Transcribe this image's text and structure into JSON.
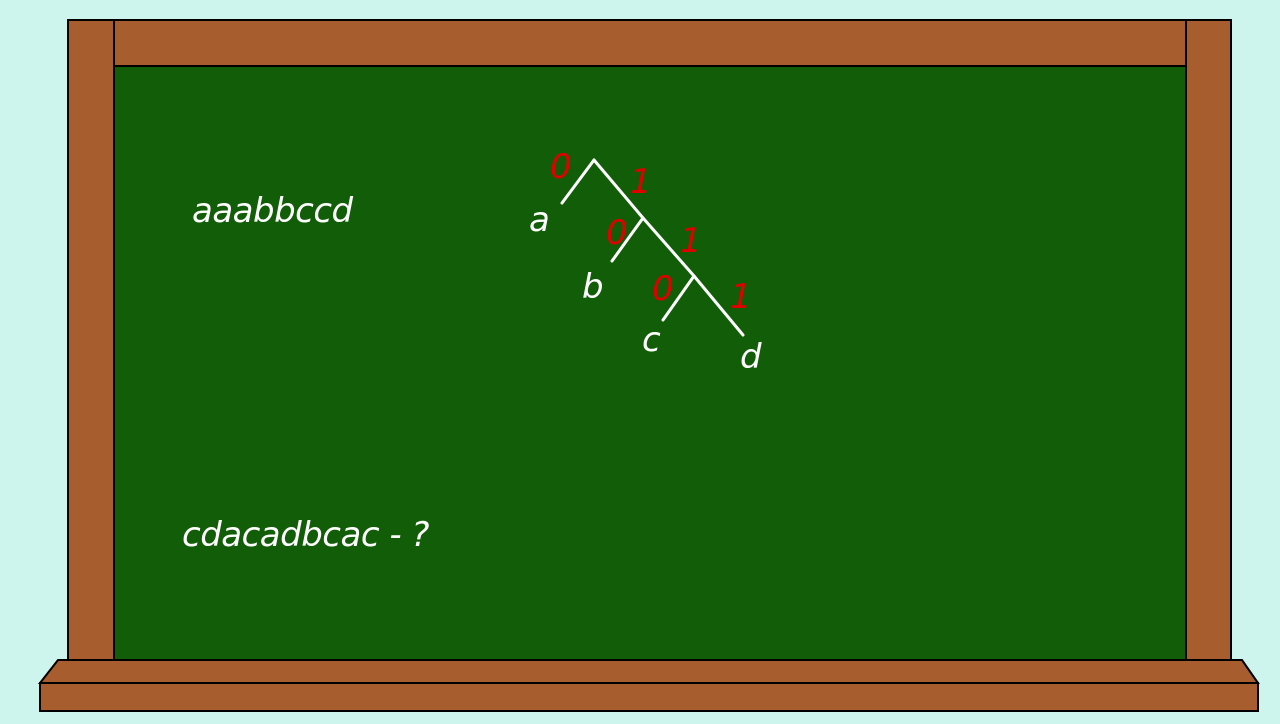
{
  "board": {
    "top_text": "aaabbccd",
    "bottom_text": "cdacadbcac - ?"
  },
  "tree": {
    "leaves": [
      "a",
      "b",
      "c",
      "d"
    ],
    "edge_bits": [
      "0",
      "1",
      "0",
      "1",
      "0",
      "1"
    ]
  },
  "colors": {
    "background": "#cdf5ee",
    "frame": "#a85d2e",
    "board": "#125d07",
    "chalk": "#ffffff",
    "bits": "#e00000"
  }
}
